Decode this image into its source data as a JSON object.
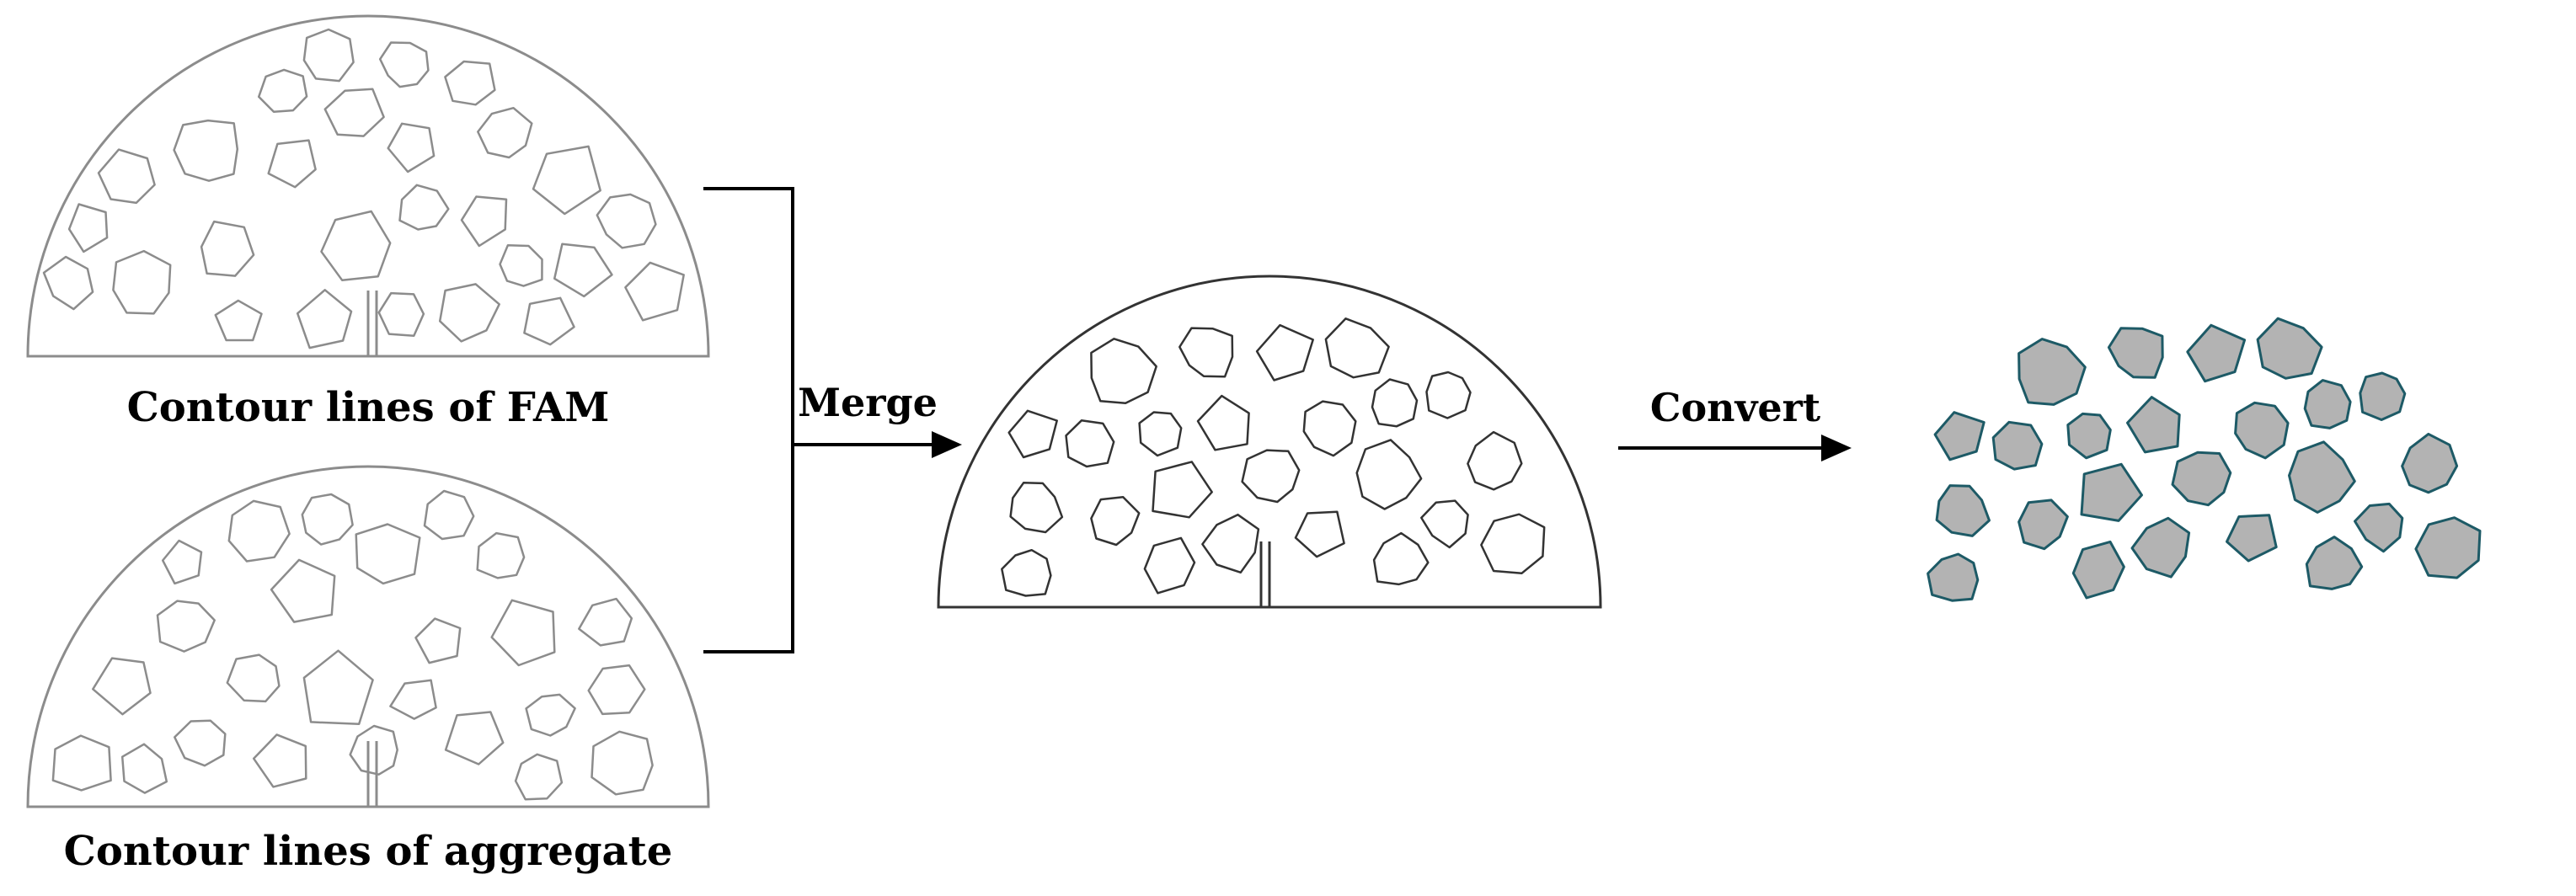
{
  "labels": {
    "fam": "Contour lines of FAM",
    "aggregate": "Contour lines of aggregate",
    "merge": "Merge",
    "convert": "Convert"
  },
  "colors": {
    "outline_light": "#8c8c8c",
    "outline_dark": "#333333",
    "fill_gray": "#b3b3b3",
    "fill_edge": "#1d5a66",
    "arrow": "#000000"
  }
}
